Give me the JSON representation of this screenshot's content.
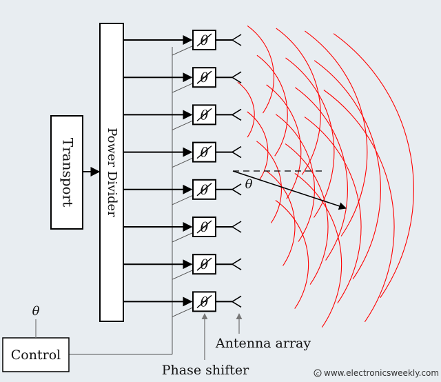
{
  "diagram": {
    "blocks": {
      "transport": "Transport",
      "power_divider": "Power Divider",
      "control": "Control"
    },
    "labels": {
      "control_input": "θ",
      "beam_angle": "θ",
      "phase_symbol": "θ",
      "antenna_array": "Antenna array",
      "phase_shifter": "Phase shifter"
    },
    "channel_count": 8,
    "colors": {
      "wavefronts": "#ff0000",
      "lines": "#000000",
      "feed_lines": "#555555",
      "background": "#e8edf1"
    }
  },
  "footer": {
    "credit": "www.electronicsweekly.com",
    "credit_icon": "copyright-icon"
  }
}
